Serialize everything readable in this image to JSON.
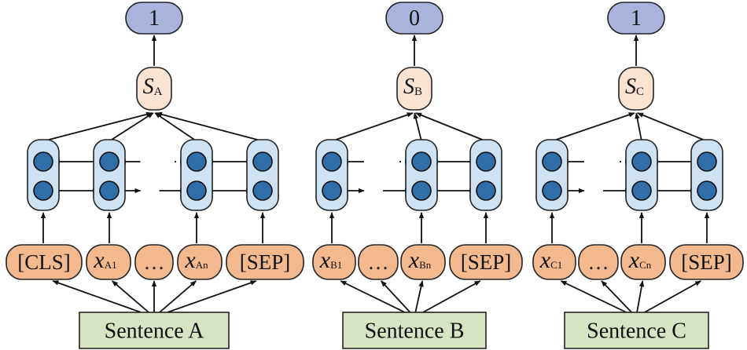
{
  "panels": [
    {
      "id": "A",
      "output": "1",
      "score": {
        "main": "S",
        "sub": "A"
      },
      "tokens": [
        {
          "text": "[CLS]",
          "sub": ""
        },
        {
          "text": "x",
          "sub": "A1"
        },
        {
          "text": "…",
          "sub": ""
        },
        {
          "text": "x",
          "sub": "An"
        },
        {
          "text": "[SEP]",
          "sub": ""
        }
      ],
      "sentence": "Sentence A"
    },
    {
      "id": "B",
      "output": "0",
      "score": {
        "main": "S",
        "sub": "B"
      },
      "tokens": [
        {
          "text": "x",
          "sub": "B1"
        },
        {
          "text": "…",
          "sub": ""
        },
        {
          "text": "x",
          "sub": "Bn"
        },
        {
          "text": "[SEP]",
          "sub": ""
        }
      ],
      "sentence": "Sentence B"
    },
    {
      "id": "C",
      "output": "1",
      "score": {
        "main": "S",
        "sub": "C"
      },
      "tokens": [
        {
          "text": "x",
          "sub": "C1"
        },
        {
          "text": "…",
          "sub": ""
        },
        {
          "text": "x",
          "sub": "Cn"
        },
        {
          "text": "[SEP]",
          "sub": ""
        }
      ],
      "sentence": "Sentence C"
    }
  ]
}
